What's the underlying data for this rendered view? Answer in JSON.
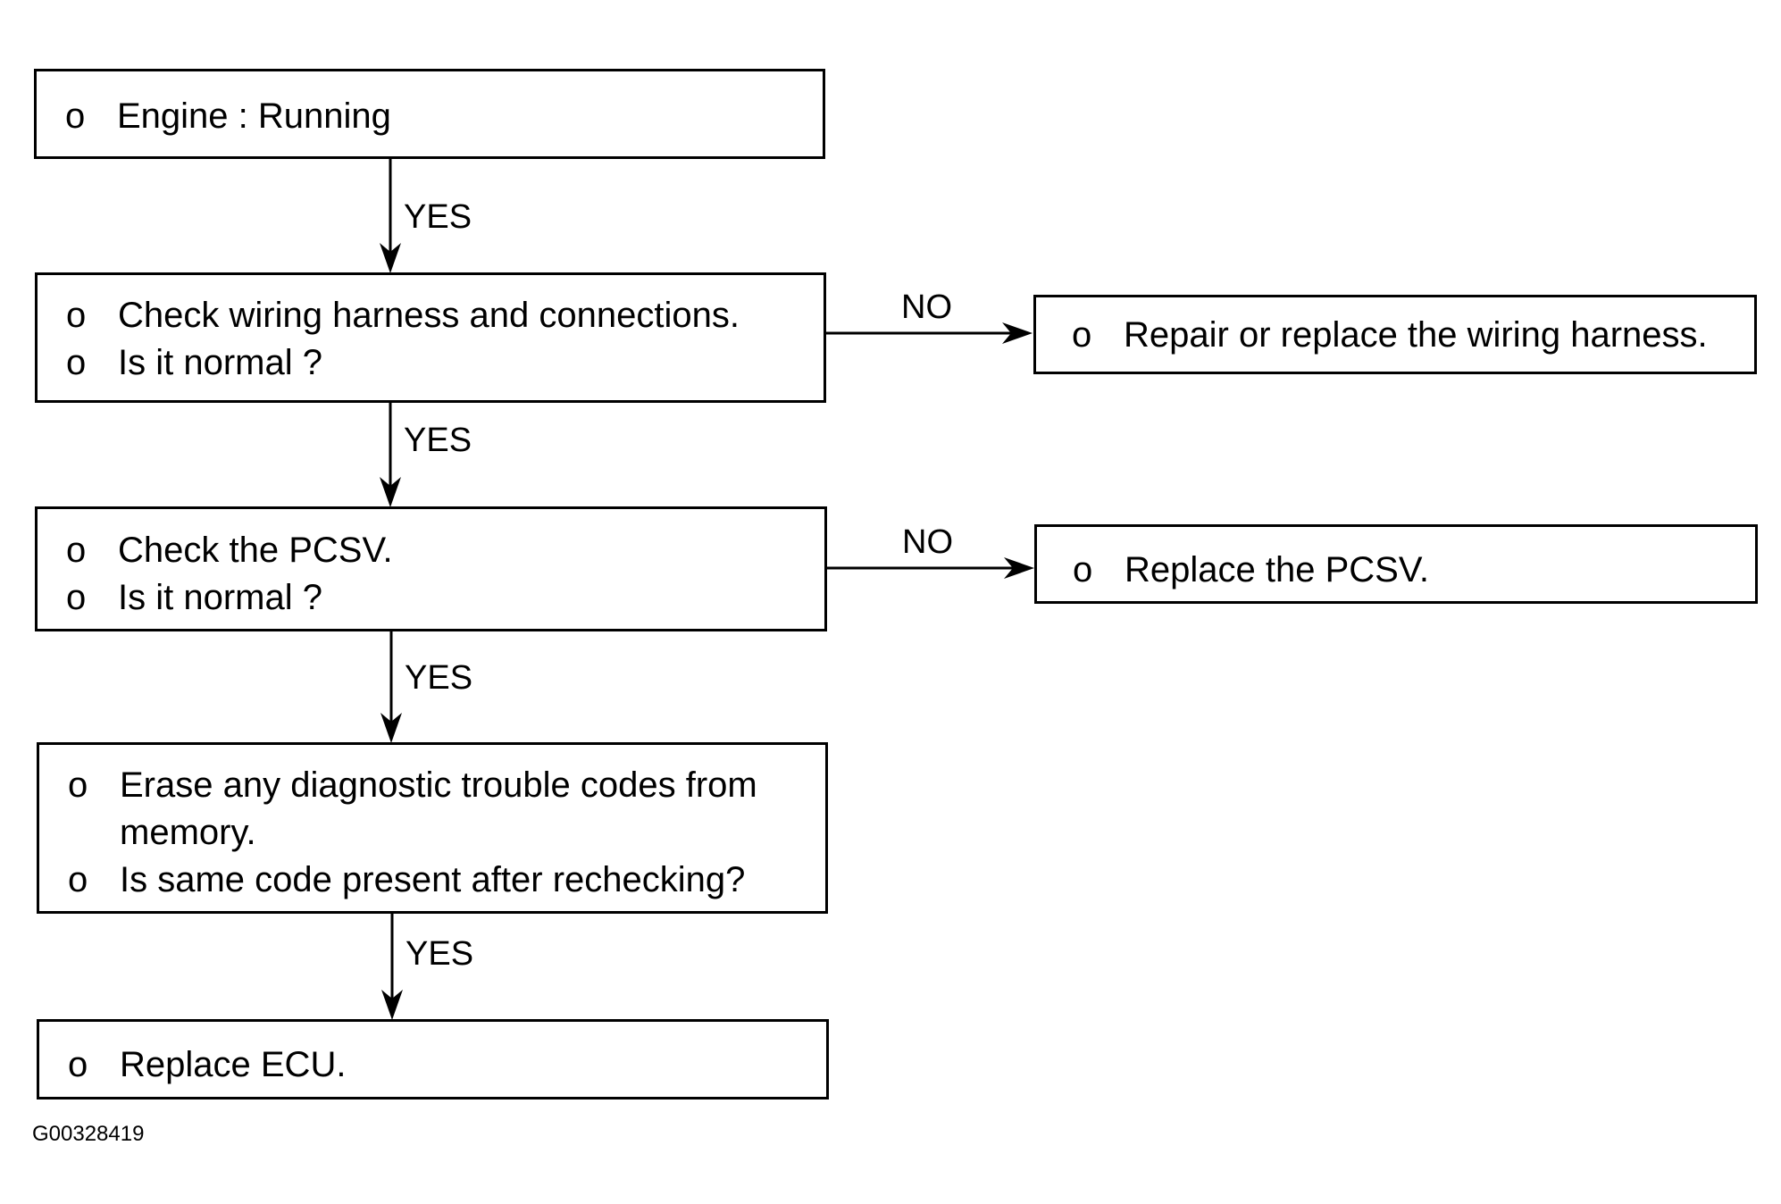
{
  "bullet": "o",
  "boxes": [
    {
      "lines": [
        "Engine : Running"
      ]
    },
    {
      "lines": [
        "Check wiring harness and connections.",
        "Is it normal ?"
      ]
    },
    {
      "lines": [
        "Repair or replace the wiring harness."
      ]
    },
    {
      "lines": [
        "Check the PCSV.",
        "Is it normal ?"
      ]
    },
    {
      "lines": [
        "Replace the PCSV."
      ]
    },
    {
      "lines": [
        "Erase any diagnostic trouble codes from",
        "memory.",
        "Is same code present after rechecking?"
      ]
    },
    {
      "lines": [
        "Replace ECU."
      ]
    }
  ],
  "labels": {
    "yes": "YES",
    "no": "NO"
  },
  "figure_code": "G00328419"
}
